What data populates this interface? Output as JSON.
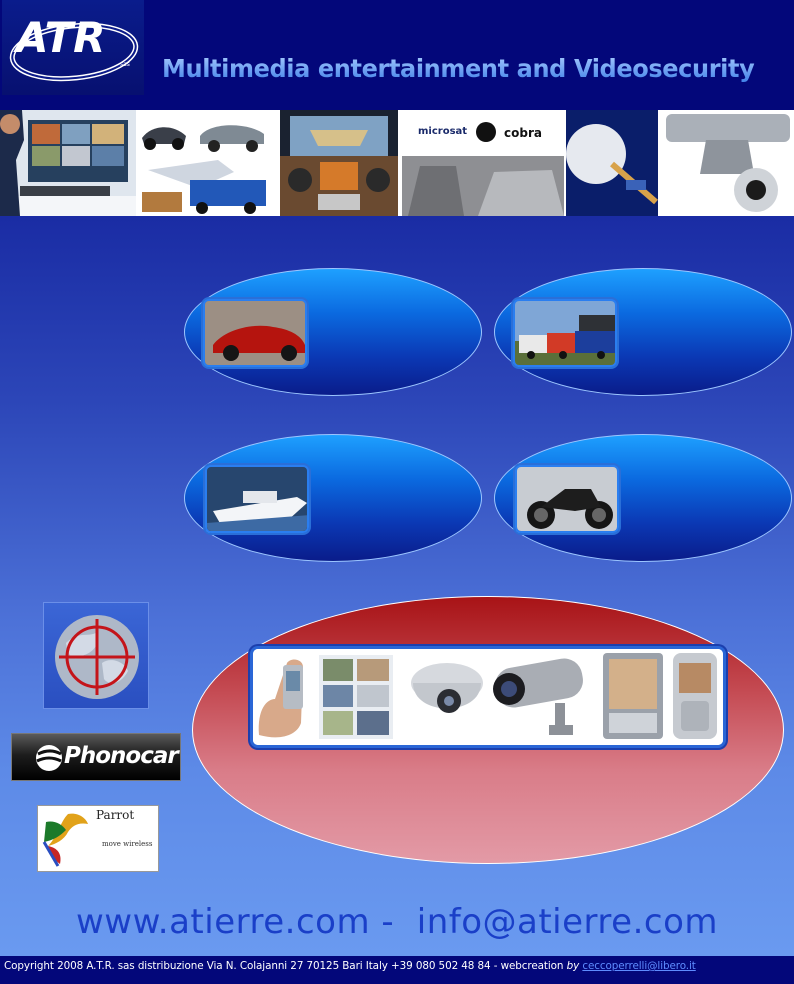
{
  "header": {
    "logo_text": "ATR",
    "logo_sub": "sas",
    "tagline": "Multimedia entertainment and Videosecurity"
  },
  "banner": {
    "brand_1": "microsat",
    "brand_2": "cobra"
  },
  "sidebar": {
    "phonocar_label": "Phonocar",
    "parrot_name": "Parrot",
    "parrot_tagline": "move wireless"
  },
  "contact": {
    "text": "www.atierre.com -  info@atierre.com"
  },
  "footer": {
    "copyright": "Copyright 2008 A.T.R. sas distribuzione Via N. Colajanni 27  70125 Bari Italy +39 080 502 48 84 - webcreation ",
    "by": "by",
    "link": "ceccoperrelli@libero.it"
  },
  "colors": {
    "header_bg": "#03077a",
    "tagline": "#6fa6ff",
    "ellipse_blue": "#0b6ae0",
    "ellipse_red": "#a81316",
    "contact": "#1a3fc8"
  },
  "icons": [
    "logo-swoosh-icon",
    "target-globe-icon",
    "parrot-bird-icon",
    "phonocar-ball-icon"
  ]
}
